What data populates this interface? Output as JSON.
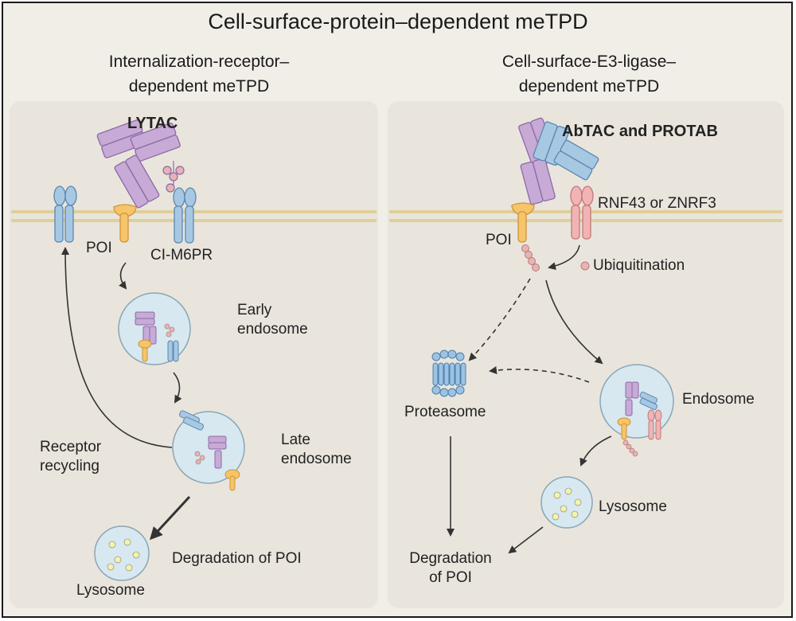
{
  "title": "Cell-surface-protein–dependent meTPD",
  "left": {
    "heading_line1": "Internalization-receptor–",
    "heading_line2": "dependent meTPD",
    "degrader_label": "LYTAC",
    "poi_label": "POI",
    "receptor_label": "CI-M6PR",
    "early_endosome_line1": "Early",
    "early_endosome_line2": "endosome",
    "late_endosome_line1": "Late",
    "late_endosome_line2": "endosome",
    "recycling_line1": "Receptor",
    "recycling_line2": "recycling",
    "lysosome_label": "Lysosome",
    "degradation_label": "Degradation of POI"
  },
  "right": {
    "heading_line1": "Cell-surface-E3-ligase–",
    "heading_line2": "dependent meTPD",
    "degrader_label": "AbTAC and PROTAB",
    "e3_label": "RNF43 or ZNRF3",
    "poi_label": "POI",
    "ubiquitination_label": "Ubiquitination",
    "proteasome_label": "Proteasome",
    "endosome_label": "Endosome",
    "lysosome_label": "Lysosome",
    "degradation_line1": "Degradation",
    "degradation_line2": "of POI"
  },
  "colors": {
    "antibody": "#c7aad6",
    "antibody_stroke": "#8d6aa6",
    "receptor": "#a7c8e3",
    "receptor_stroke": "#5d87ad",
    "poi": "#f6c46a",
    "poi_stroke": "#cf9437",
    "e3": "#f0b4b4",
    "e3_stroke": "#c57777",
    "ubiquitin": "#e7b3b3",
    "membrane": "#dfcf98",
    "vesicle": "#d7e8f0",
    "lysosome_dot": "#f4f3a8"
  }
}
